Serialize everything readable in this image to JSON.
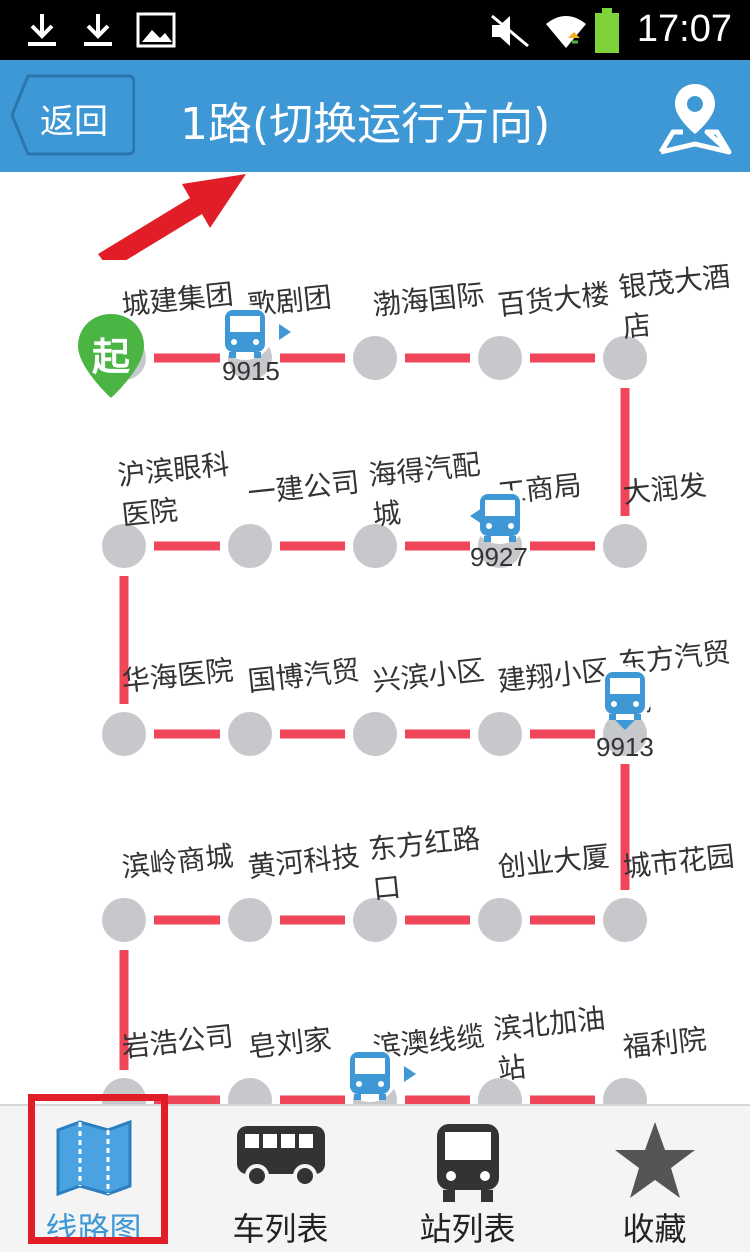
{
  "status_bar": {
    "time": "17:07"
  },
  "header": {
    "back_label": "返回",
    "title": "1路(切换运行方向)"
  },
  "colors": {
    "header": "#3e98d6",
    "route_line": "#f0465a",
    "station": "#c6c8cc",
    "start_marker": "#4bb543",
    "bus": "#3e98d6",
    "annotation": "#e11e28"
  },
  "route": {
    "start_marker_label": "起",
    "rows": [
      [
        "城建集团",
        "歌剧团",
        "渤海国际",
        "百货大楼",
        "银茂大酒\n店"
      ],
      [
        "沪滨眼科\n医院",
        "一建公司",
        "海得汽配\n城",
        "工商局",
        "大润发"
      ],
      [
        "华海医院",
        "国博汽贸",
        "兴滨小区",
        "建翔小区",
        "东方汽贸\n城"
      ],
      [
        "滨岭商城",
        "黄河科技",
        "东方红路\n口",
        "创业大厦",
        "城市花园"
      ],
      [
        "岩浩公司",
        "皂刘家",
        "滨澳线缆",
        "滨北加油\n站",
        "福利院"
      ]
    ],
    "buses": [
      {
        "id": "9915",
        "direction": "right"
      },
      {
        "id": "9927",
        "direction": "left"
      },
      {
        "id": "9913",
        "direction": "down"
      },
      {
        "id": "",
        "direction": "right"
      }
    ]
  },
  "tabs": [
    {
      "label": "线路图",
      "icon": "map-icon",
      "active": true
    },
    {
      "label": "车列表",
      "icon": "bus-side-icon",
      "active": false
    },
    {
      "label": "站列表",
      "icon": "bus-front-icon",
      "active": false
    },
    {
      "label": "收藏",
      "icon": "star-icon",
      "active": false
    }
  ]
}
